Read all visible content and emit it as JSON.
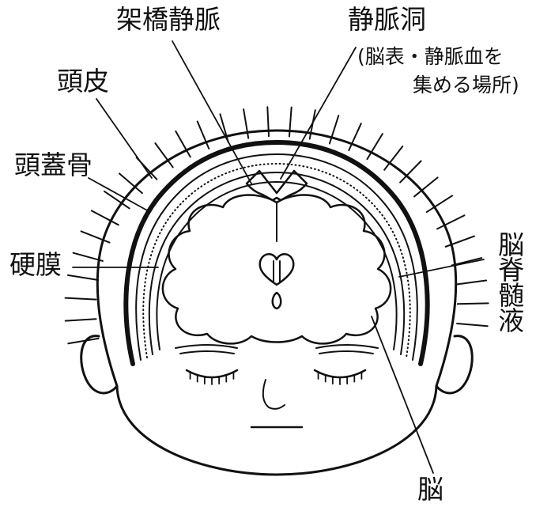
{
  "labels": {
    "bridging_vein": "架橋静脈",
    "venous_sinus": "静脈洞",
    "venous_sinus_note_line1": "(脳表・静脈血を",
    "venous_sinus_note_line2": "集める場所)",
    "scalp": "頭皮",
    "skull": "頭蓋骨",
    "dura": "硬膜",
    "csf": "脳脊髄液",
    "brain": "脳"
  },
  "colors": {
    "ink": "#111111",
    "paper": "#ffffff"
  }
}
